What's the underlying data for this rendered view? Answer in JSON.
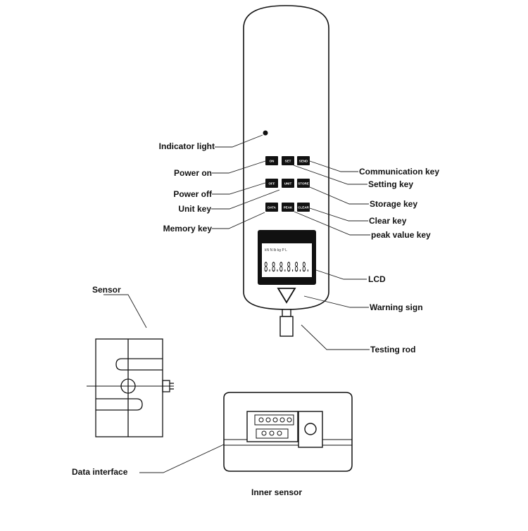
{
  "labels": {
    "indicator_light": "Indicator light",
    "power_on": "Power on",
    "power_off": "Power off",
    "unit_key": "Unit key",
    "memory_key": "Memory key",
    "communication_key": "Communication key",
    "setting_key": "Setting key",
    "storage_key": "Storage key",
    "clear_key": "Clear key",
    "peak_value_key": "peak value key",
    "lcd": "LCD",
    "warning_sign": "Warning sign",
    "testing_rod": "Testing rod",
    "sensor": "Sensor",
    "data_interface": "Data interface",
    "inner_sensor": "Inner sensor"
  },
  "keys": {
    "row1": [
      "ON",
      "SET",
      "SEND"
    ],
    "row2": [
      "OFF",
      "UNIT",
      "STORE"
    ],
    "row3": [
      "DATA",
      "PEAK",
      "CLEAR"
    ]
  },
  "lcd": {
    "units_text": "kN  N  lb  kg  P  L",
    "digits": "8.8.8.8.8.8."
  }
}
